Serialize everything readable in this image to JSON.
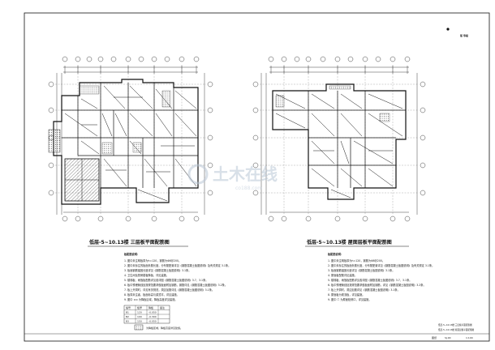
{
  "sheet": {
    "stamp": "版 等级",
    "footer": [
      "图纸",
      "SJ-90",
      "1:100"
    ]
  },
  "left_plan": {
    "title": "低层-5~10.13楼  三层板平面配筋图",
    "notes_heading": "板配筋说明：",
    "notes": [
      "1. 图中未注明板厚为h=120，钢筋为Φ8@200。",
      "2. 图中未标注的板面负筋长度，分布筋配置详见《钢筋混凝土板图说明》及有关规定 3.1条。",
      "3. 板面钢筋锚固长度详见《钢筋混凝土板图说明》3.1条。",
      "4. 卫生间及厨房楼板降板，详见建施。",
      "5. 楼梯板、雨篷板配筋详见各详图《钢筋混凝土板图说明》3.7、3.1条。",
      "6. 板中预埋管线处按规范要求做板面附加钢筋，钢筋详见《钢筋混凝土板图说明》3.2条。",
      "7. 板上开洞时，详见有关规范，洞边加筋详见《钢筋混凝土板图说明》3.1条。",
      "8. 板厚未注者，板面标高与梁顶平，详见建施。",
      "9. 图中 ≡≡ 为降板区域，降板高度详见建施。"
    ],
    "legend": {
      "headers": [
        "编号",
        "板厚",
        "降板",
        "备注"
      ],
      "rows": [
        [
          "B1",
          "120",
          "-0.050",
          ""
        ],
        [
          "B2",
          "100",
          "-0.300",
          ""
        ],
        [
          "B3",
          "150",
          "-0.050",
          ""
        ]
      ],
      "key_label": "为降板区域，降板高度详见建施。"
    }
  },
  "right_plan": {
    "title": "低层-5~10.13楼  屋面层板平面配筋图",
    "notes_heading": "板配筋说明：",
    "notes": [
      "1. 图中未注明板厚为h=120，钢筋为Φ8@200。",
      "2. 图中未标注的板面负筋长度，分布筋配置详见《钢筋混凝土板图说明》及有关规定 3.1条。",
      "3. 板面钢筋锚固长度详见《钢筋混凝土板图说明》3.1条。",
      "4. 屋面板配筋详见建施。",
      "5. 楼梯板、雨篷板配筋详见各详图《钢筋混凝土板图说明》3.7、3.1条。",
      "6. 板中预埋管线处按规范要求做板面附加钢筋，详见《钢筋混凝土板图说明》3.2条。",
      "7. 板上开洞时，洞边加筋详见《钢筋混凝土板图说明》3.1条。",
      "8. 屋面板为现浇板，详见建施。",
      "9. 图中 ☐ 为屋面检修口，详见建施。"
    ]
  },
  "title_block": {
    "line1": "低层-5~10.13楼  三层板平面配筋图",
    "line2": "低层-5~10.13楼  屋面层板平面配筋图"
  },
  "watermark": "土木在线",
  "watermark_url": "co188.com",
  "colors": {
    "line": "#111111",
    "hatch": "#333333",
    "watermark": "#b9c7d6"
  }
}
